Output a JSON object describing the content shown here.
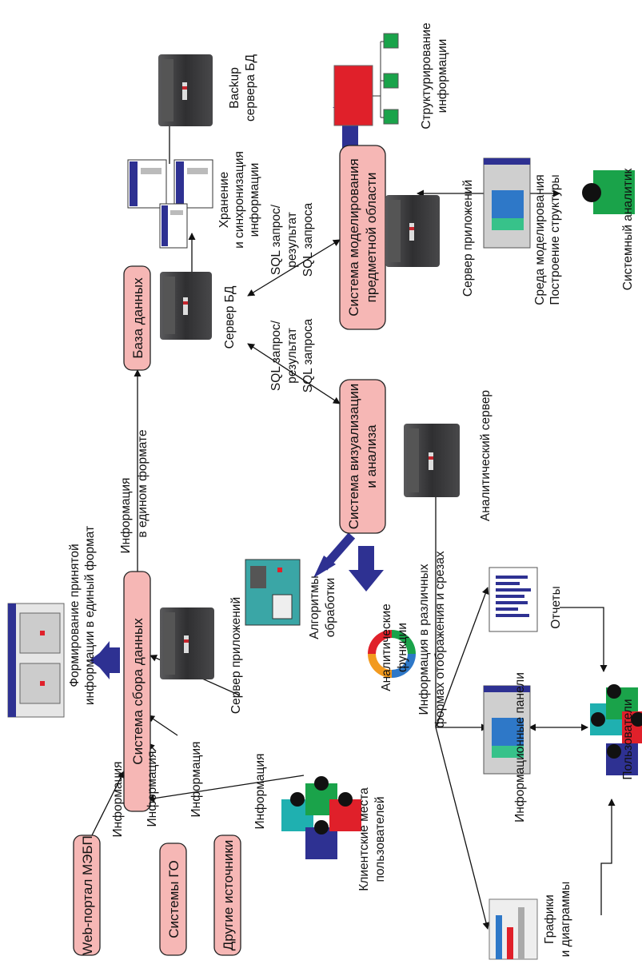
{
  "colors": {
    "process_box_fill": "#f6b7b5",
    "process_box_stroke": "#222222",
    "arrow_blue": "#2e3192",
    "server_dark": "#3b3b3d",
    "accent_green": "#1aa34a",
    "accent_red": "#e0202a",
    "accent_teal": "#1fb0b0"
  },
  "boxes": {
    "collection": "Система сбора данных",
    "database": "База данных",
    "visualization": [
      "Система визуализации",
      "и анализа"
    ],
    "modeling": [
      "Система моделирования",
      "предметной области"
    ],
    "web_portal": "Web-портал МЭБП",
    "go_systems": "Системы ГО",
    "other_sources": "Другие источники"
  },
  "labels": {
    "info": "Информация",
    "unified_format": [
      "Информация",
      "в едином формате"
    ],
    "format_conversion": [
      "Формирование принятой",
      "информации в единый формат"
    ],
    "app_server_left": "Сервер приложений",
    "client_places": [
      "Клиентские места",
      "пользователей"
    ],
    "db_server": "Сервер БД",
    "storage_sync": [
      "Хранение",
      "и синхронизация",
      "информации"
    ],
    "backup": [
      "Backup",
      "сервера БД"
    ],
    "sql_left": [
      "SQL запрос/",
      "результат",
      "SQL запроса"
    ],
    "sql_right": [
      "SQL запрос/",
      "результат",
      "SQL запроса"
    ],
    "structuring": [
      "Структурирование",
      "информации"
    ],
    "app_server_right": "Сервер приложений",
    "modeling_env": [
      "Среда моделирования",
      "Построение структуры"
    ],
    "system_analyst": "Системный аналитик",
    "analytical_server": "Аналитический сервер",
    "processing_algorithms": [
      "Алгоритмы",
      "обработки"
    ],
    "analytical_functions": [
      "Аналитические",
      "функции"
    ],
    "info_various_forms": [
      "Информация в различных",
      "формах отображения и срезах"
    ],
    "charts": [
      "Графики",
      "и диаграммы"
    ],
    "info_panels": "Информационные панели",
    "reports": "Отчеты",
    "users": "Пользователи"
  }
}
